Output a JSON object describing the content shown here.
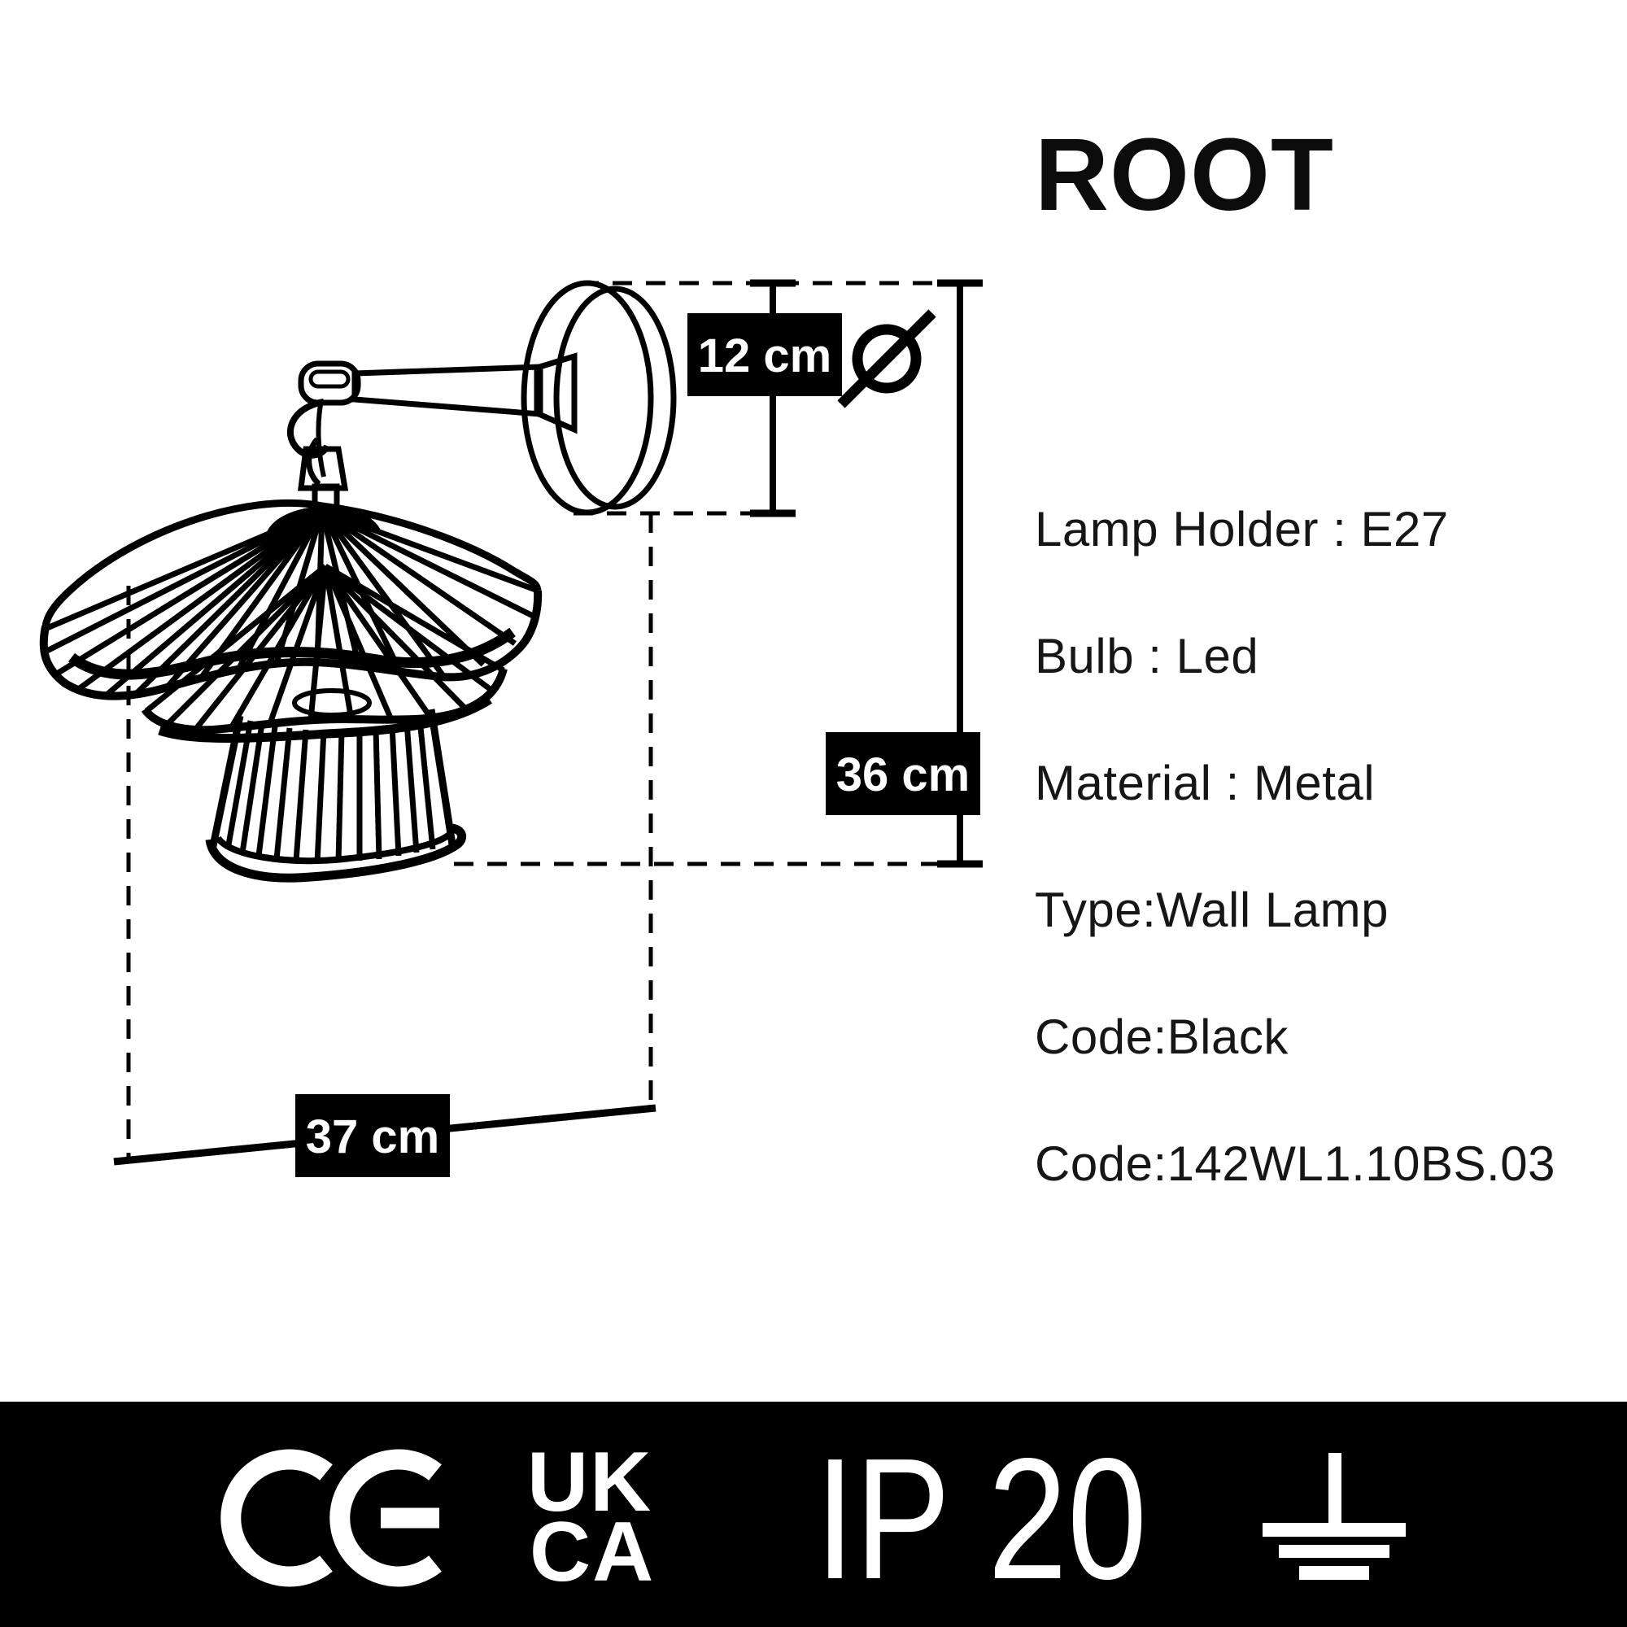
{
  "product": {
    "title": "ROOT",
    "specs": {
      "lamp_holder": "Lamp Holder : E27",
      "bulb": "Bulb : Led",
      "material": "Material : Metal",
      "type": "Type:Wall Lamp",
      "color_code": "Code:Black",
      "product_code": "Code:142WL1.10BS.03"
    }
  },
  "dimensions": {
    "plate_diameter": "12 cm",
    "height": "36 cm",
    "width": "37 cm",
    "diameter_symbol": "Ø"
  },
  "certifications": {
    "ce_mark": "CE",
    "ukca_line1": "UK",
    "ukca_line2": "CA",
    "ip_rating": "IP 20",
    "ground_symbol": "earth-ground-symbol"
  },
  "colors": {
    "ink": "#000000",
    "background": "#ffffff",
    "dimension_label_bg": "#000000",
    "dimension_label_text": "#ffffff",
    "footer_bg": "#000000",
    "footer_icon": "#ffffff"
  }
}
